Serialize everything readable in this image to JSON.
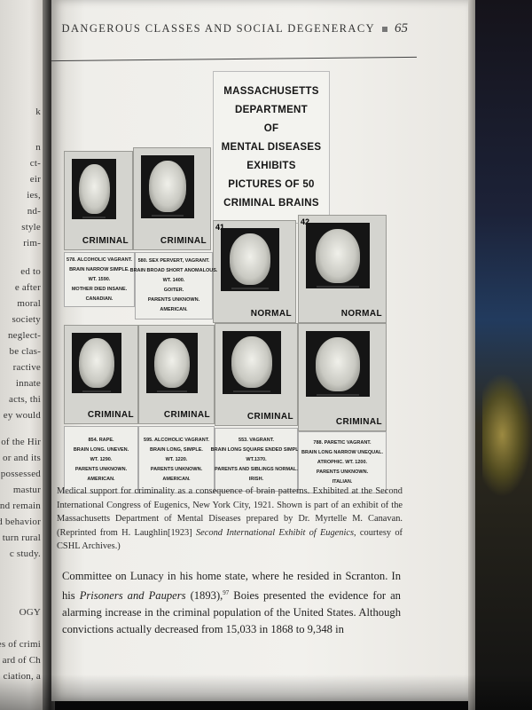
{
  "header": {
    "running_title": "DANGEROUS CLASSES AND SOCIAL DEGENERACY",
    "page_number": "65"
  },
  "sign": {
    "lines": [
      "MASSACHUSETTS",
      "DEPARTMENT",
      "OF",
      "MENTAL DISEASES",
      "EXHIBITS",
      "PICTURES OF 50",
      "CRIMINAL BRAINS"
    ]
  },
  "cards": [
    {
      "label": "CRIMINAL"
    },
    {
      "label": "CRIMINAL"
    },
    {
      "label": "NORMAL",
      "number": "41"
    },
    {
      "label": "NORMAL",
      "number": "42"
    },
    {
      "label": "CRIMINAL"
    },
    {
      "label": "CRIMINAL"
    },
    {
      "label": "CRIMINAL"
    },
    {
      "label": "CRIMINAL"
    }
  ],
  "labels": [
    {
      "lines": [
        "578. ALCOHOLIC VAGRANT.",
        "BRAIN NARROW SIMPLE.",
        "WT. 1590.",
        "MOTHER DIED INSANE.",
        "CANADIAN."
      ]
    },
    {
      "lines": [
        "580. SEX PERVERT, VAGRANT.",
        "BRAIN BROAD SHORT ANOMALOUS.",
        "WT. 1400.",
        "GOITER.",
        "PARENTS UNKNOWN.",
        "AMERICAN."
      ]
    },
    {
      "lines": [
        "854. RAPE.",
        "BRAIN LONG. UNEVEN.",
        "WT. 1290.",
        "PARENTS UNKNOWN.",
        "AMERICAN."
      ]
    },
    {
      "lines": [
        "595. ALCOHOLIC VAGRANT.",
        "BRAIN LONG, SIMPLE.",
        "WT. 1220.",
        "PARENTS UNKNOWN.",
        "AMERICAN."
      ]
    },
    {
      "lines": [
        "553. VAGRANT.",
        "BRAIN LONG SQUARE ENDED SIMPLE",
        "WT.1370.",
        "PARENTS AND SIBLINGS NORMAL.",
        "IRISH."
      ]
    },
    {
      "lines": [
        "788. PARETIC VAGRANT.",
        "BRAIN LONG NARROW UNEQUAL.",
        "ATROPHIC. WT. 1200.",
        "PARENTS UNKNOWN.",
        "ITALIAN."
      ]
    }
  ],
  "caption": {
    "part1": "Medical support for criminality as a consequence of brain patterns. Exhibited at the Second International Congress of Eugenics, New York City, 1921. Shown is part of an exhibit of the Massachusetts Department of Mental Diseases prepared by Dr. Myrtelle M. Canavan. (Reprinted from H. Laughlin[1923] ",
    "italic": "Second International Exhibit of Eugenics",
    "part2": ", courtesy of CSHL Archives.)"
  },
  "paragraph": {
    "part1": "Committee on Lunacy in his home state, where he resided in Scranton. In his ",
    "italic": "Prisoners and Paupers",
    "part2": " (1893),",
    "footnote": "97",
    "part3": " Boies presented the evidence for an alarming increase in the criminal population of the United States. Although convictions actually decreased from 15,033 in 1868 to 9,348 in"
  },
  "left_page_fragments": [
    "k",
    "n",
    "ct-",
    "eir",
    "ies,",
    "nd-",
    "style",
    "rim-",
    "ed to",
    "e after",
    "moral",
    "society",
    "neglect-",
    "be clas-",
    "ractive",
    "innate",
    "acts, thi",
    "ey would",
    "of the Hir",
    "or and its",
    "possessed",
    "mastur",
    "nd remain",
    "ed behavior",
    "o turn rural",
    "c study.",
    "OGY",
    "es of crimi",
    "ard of Ch",
    "ciation, a"
  ]
}
